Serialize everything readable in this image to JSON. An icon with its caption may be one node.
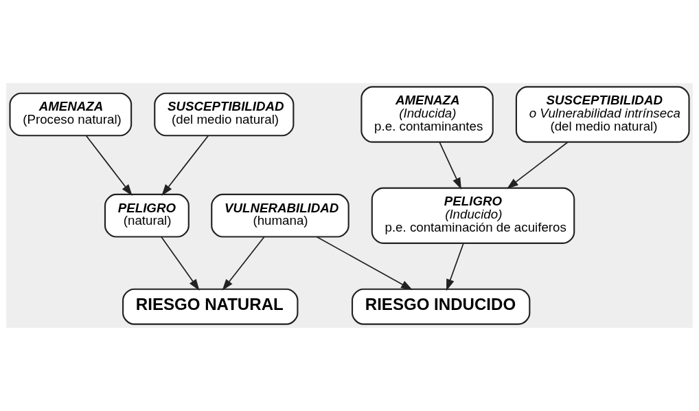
{
  "diagram": {
    "nodes": [
      {
        "text": [
          "AMENAZA",
          "(Proceso natural)"
        ]
      },
      {
        "text": [
          "SUSCEPTIBILIDAD",
          "(del medio natural)"
        ]
      },
      {
        "text": [
          "AMENAZA",
          "(Inducida)",
          "p.e. contaminantes"
        ]
      },
      {
        "text": [
          "SUSCEPTIBILIDAD",
          "o Vulnerabilidad intrínseca",
          "(del medio natural)"
        ]
      },
      {
        "text": [
          "PELIGRO",
          "(natural)"
        ]
      },
      {
        "text": [
          "VULNERABILIDAD",
          "(humana)"
        ]
      },
      {
        "text": [
          "PELIGRO",
          "(Inducido)",
          "p.e. contaminación de acuiferos"
        ]
      },
      {
        "text": [
          "RIESGO NATURAL"
        ]
      },
      {
        "text": [
          "RIESGO INDUCIDO"
        ]
      }
    ],
    "edges": [
      {
        "from": 0,
        "to": 4,
        "arrow": "to"
      },
      {
        "from": 1,
        "to": 4,
        "arrow": "to"
      },
      {
        "from": 2,
        "to": 6,
        "arrow": "to"
      },
      {
        "from": 3,
        "to": 6,
        "arrow": "to"
      },
      {
        "from": 4,
        "to": 7,
        "arrow": "to"
      },
      {
        "from": 5,
        "to": 7,
        "arrow": "to"
      },
      {
        "from": 5,
        "to": 8,
        "arrow": "to"
      },
      {
        "from": 6,
        "to": 8,
        "arrow": "to"
      }
    ]
  }
}
